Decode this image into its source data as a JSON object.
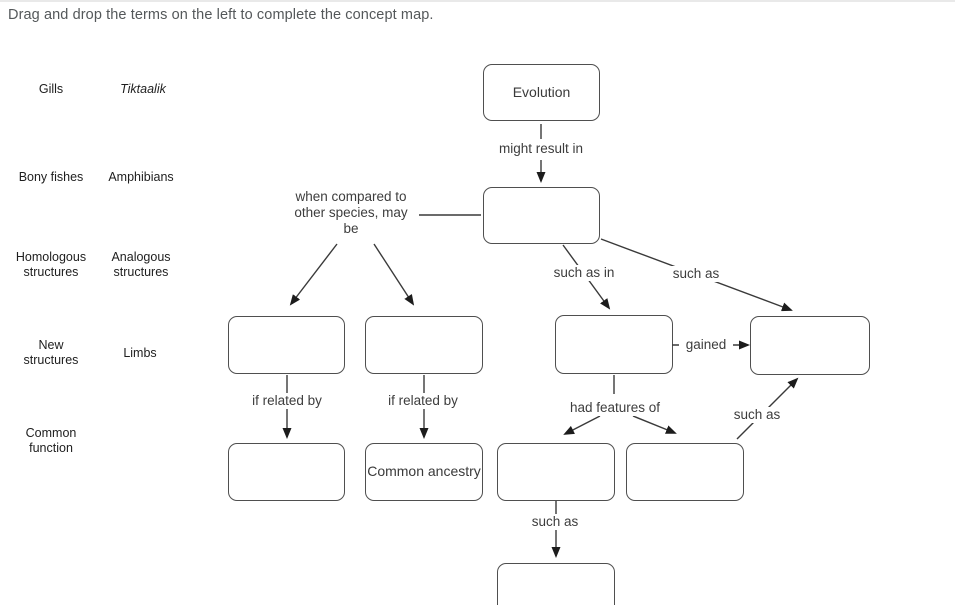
{
  "header": {
    "instruction": "Drag and drop the terms on the left to complete the concept map."
  },
  "term_bank": {
    "terms": [
      {
        "label": "Gills",
        "italic": false
      },
      {
        "label": "Tiktaalik",
        "italic": true
      },
      {
        "label": "Bony fishes",
        "italic": false
      },
      {
        "label": "Amphibians",
        "italic": false
      },
      {
        "label": "Homologous structures",
        "italic": false
      },
      {
        "label": "Analogous structures",
        "italic": false
      },
      {
        "label": "New structures",
        "italic": false
      },
      {
        "label": "Limbs",
        "italic": false
      },
      {
        "label": "Common function",
        "italic": false
      }
    ]
  },
  "concept_map": {
    "nodes": {
      "evolution": "Evolution",
      "common_ancestry": "Common ancestry"
    },
    "empty_drop_zones": 9,
    "labels": {
      "might_result_in": "might result in",
      "when_compared": "when compared to other species, may be",
      "such_as_in": "such as in",
      "such_as": "such as",
      "gained": "gained",
      "if_related_by": "if related by",
      "had_features_of": "had features of"
    }
  },
  "colors": {
    "background": "#ffffff",
    "box_border": "#4f4f4f",
    "label_text": "#3d3d3d",
    "arrow": "#3a3a3a",
    "top_divider": "#e9e9e9"
  }
}
